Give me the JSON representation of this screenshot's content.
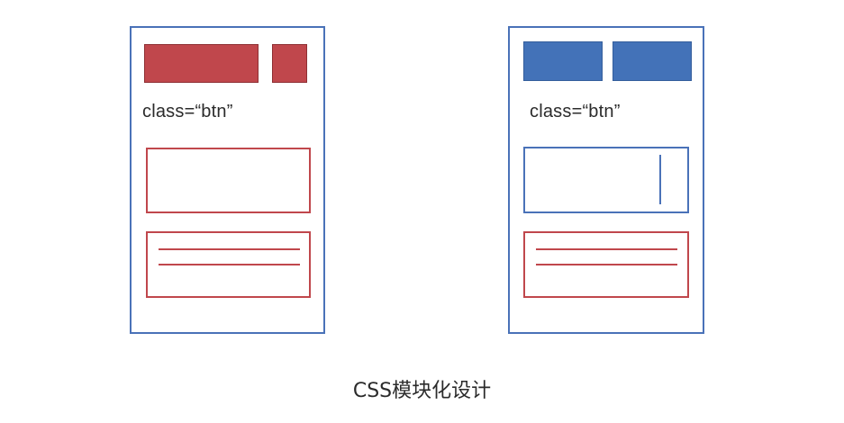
{
  "left_module": {
    "class_label": "class=“btn”"
  },
  "right_module": {
    "class_label": "class=“btn”"
  },
  "caption": "CSS模块化设计",
  "colors": {
    "panel_border": "#4a72b8",
    "red": "#c0474c",
    "blue": "#4372b8"
  }
}
